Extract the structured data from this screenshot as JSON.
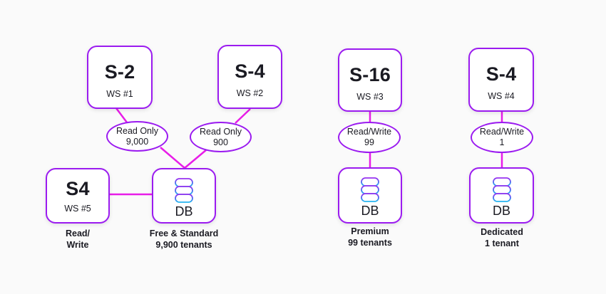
{
  "colors": {
    "background": "#fafafa",
    "node_border": "#9b1bf0",
    "connector": "#e81de8",
    "db_icon_gradient": [
      "#9b30f0",
      "#4c6ff0",
      "#25b8f0"
    ]
  },
  "servers": [
    {
      "id": "ws1",
      "size": "S-2",
      "label": "WS #1"
    },
    {
      "id": "ws2",
      "size": "S-4",
      "label": "WS #2"
    },
    {
      "id": "ws3",
      "size": "S-16",
      "label": "WS #3"
    },
    {
      "id": "ws4",
      "size": "S-4",
      "label": "WS #4"
    },
    {
      "id": "ws5",
      "size": "S4",
      "label": "WS #5"
    }
  ],
  "connections": [
    {
      "id": "c1",
      "line1": "Read Only",
      "line2": "9,000"
    },
    {
      "id": "c2",
      "line1": "Read Only",
      "line2": "900"
    },
    {
      "id": "c3",
      "line1": "Read/Write",
      "line2": "99"
    },
    {
      "id": "c4",
      "line1": "Read/Write",
      "line2": "1"
    }
  ],
  "databases": [
    {
      "id": "db1",
      "icon": "database-icon",
      "label": "DB",
      "caption_line1": "Free & Standard",
      "caption_line2": "9,900 tenants"
    },
    {
      "id": "db2",
      "icon": "database-icon",
      "label": "DB",
      "caption_line1": "Premium",
      "caption_line2": "99 tenants"
    },
    {
      "id": "db3",
      "icon": "database-icon",
      "label": "DB",
      "caption_line1": "Dedicated",
      "caption_line2": "1 tenant"
    }
  ],
  "ws5_caption": {
    "line1": "Read/",
    "line2": "Write"
  }
}
